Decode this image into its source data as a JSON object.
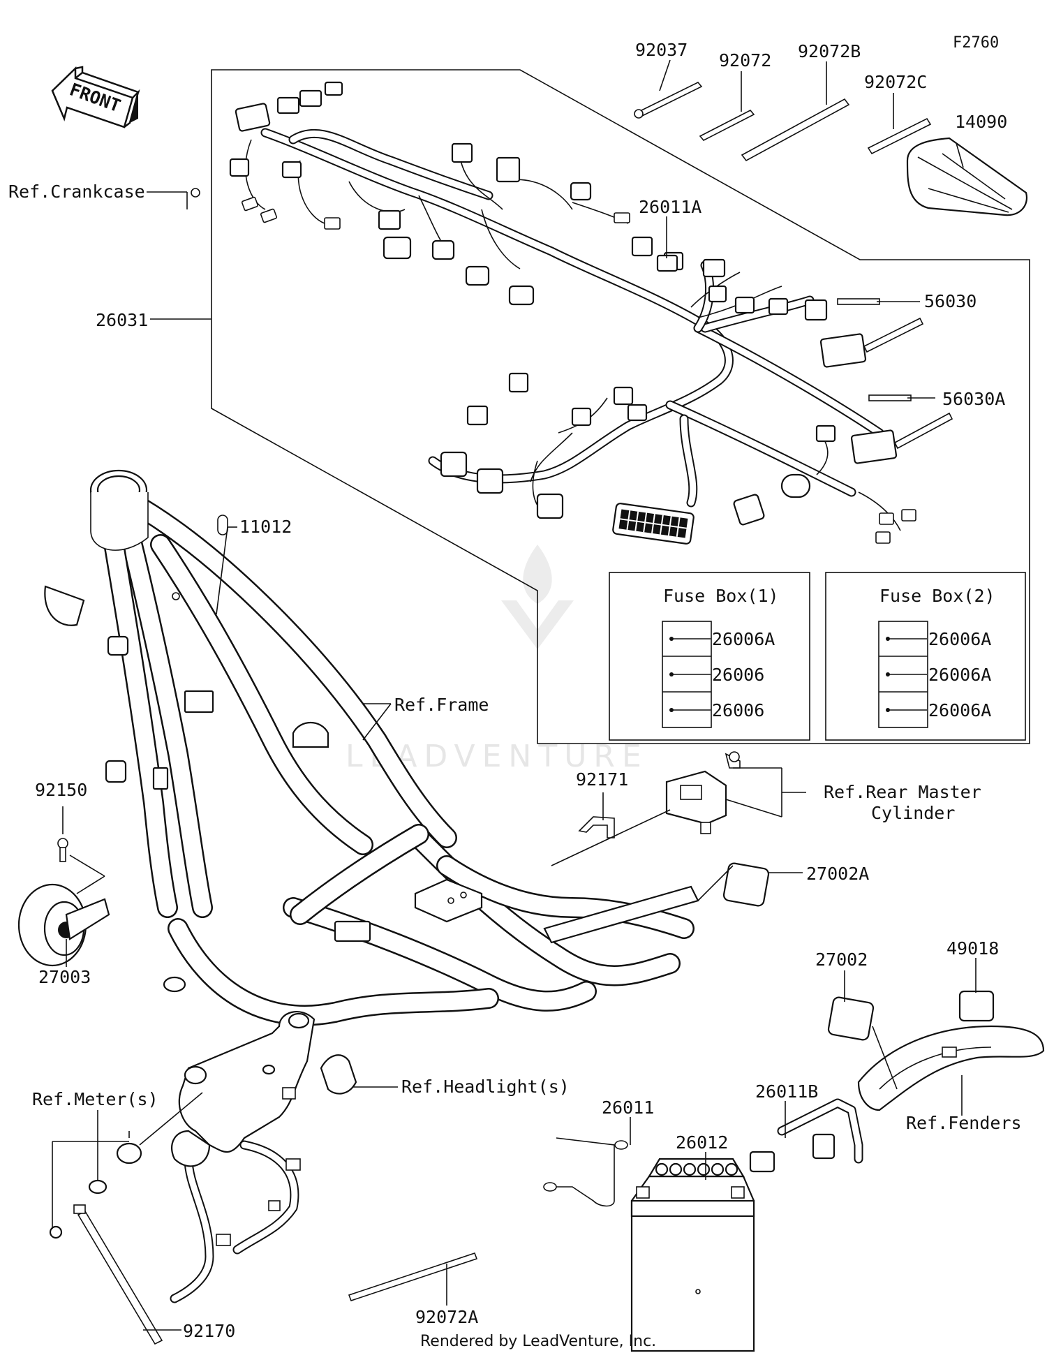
{
  "figure_code": "F2760",
  "front_label": "FRONT",
  "watermark": "LEADVENTURE",
  "footer": "Rendered by LeadVenture, Inc.",
  "parts": {
    "p92037": "92037",
    "p92072": "92072",
    "p92072B": "92072B",
    "p92072C": "92072C",
    "p14090": "14090",
    "p26011A": "26011A",
    "p56030": "56030",
    "p56030A": "56030A",
    "p26031": "26031",
    "p11012": "11012",
    "p92150": "92150",
    "p27003": "27003",
    "p92171": "92171",
    "p27002A": "27002A",
    "p27002": "27002",
    "p49018": "49018",
    "p26011B": "26011B",
    "p26011": "26011",
    "p26012": "26012",
    "p92072A": "92072A",
    "p92170": "92170"
  },
  "refs": {
    "crankcase": "Ref.Crankcase",
    "frame": "Ref.Frame",
    "rear_master_line1": "Ref.Rear Master",
    "rear_master_line2": "Cylinder",
    "headlights": "Ref.Headlight(s)",
    "meters": "Ref.Meter(s)",
    "fenders": "Ref.Fenders"
  },
  "fuse_box_1": {
    "title": "Fuse Box(1)",
    "fuses": [
      "26006A",
      "26006",
      "26006"
    ]
  },
  "fuse_box_2": {
    "title": "Fuse Box(2)",
    "fuses": [
      "26006A",
      "26006A",
      "26006A"
    ]
  }
}
